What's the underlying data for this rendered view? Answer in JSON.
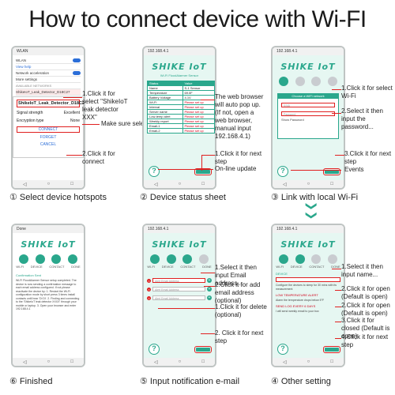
{
  "title": "How to connect device with Wi-FI",
  "accent": "#2aa78c",
  "annotation_color": "#e02020",
  "phones": {
    "p1": {
      "status": "WLAN",
      "rows": [
        "WLAN",
        "View help",
        "Network acceleration",
        "More settings",
        "AVAILABLE NETWORKS",
        "ShikeIoT_Leak_Detector_D18C27",
        "shikeiot"
      ],
      "popup_title": "ShikeIoT_Leak_Detector_D18C27",
      "popup_signal_label": "Signal strength",
      "popup_signal_value": "Excellent",
      "popup_enc_label": "Encryption type",
      "popup_enc_value": "None",
      "btn_connect": "CONNECT",
      "btn_forget": "FORGET",
      "btn_cancel": "CANCEL"
    },
    "p2": {
      "status": "192.168.4.1",
      "logo": "SHIKE IoT",
      "subtitle": "Wi-Fi FloodAlarmer Sensor",
      "table_head": [
        "Status",
        "Value"
      ],
      "table_rows": [
        [
          "Name",
          "S-1 Sensor"
        ],
        [
          "Temperature",
          "69.0F"
        ],
        [
          "Battery Voltage",
          "4.1V"
        ],
        [
          "Wi-Fi",
          "Please set up"
        ],
        [
          "Interval",
          "Please set up"
        ],
        [
          "Server name",
          "Please set up"
        ],
        [
          "Low-temp alert",
          "Please set up"
        ],
        [
          "Weekly report",
          "Please set up"
        ],
        [
          "Email-1",
          "Please set up"
        ],
        [
          "Email-2",
          "Please set up"
        ]
      ]
    },
    "p3": {
      "status": "192.168.4.1",
      "logo": "SHIKE IoT",
      "panel_title": "Choose a WiFi network",
      "ssid_placeholder": "SSID",
      "password_placeholder": "Password",
      "show_label": "Show Password"
    },
    "p4": {
      "status": "Done",
      "logo": "SHIKE IoT",
      "step_labels": [
        "WI-FI",
        "DEVICE",
        "CONTACT",
        "DONE"
      ],
      "heading": "Confirmation Sent",
      "body": "Wi-Fi FloodAlarmer Sensor setup completed. The device is now sending a confirmation message to each email address configured. If not please reactivate the device by: 1. Restart the Wi-Fi configuration mode by short press 3 times install contacts until hear 'Di Di'. 2. Finding and connecting to the 'ShikeIoT leak detector XXXX' through your mobile or laptop. 3. Open your browser and enter 192.168.4.1"
    },
    "p5": {
      "status": "192.168.4.1",
      "logo": "SHIKE IoT",
      "step_labels": [
        "WI-FI",
        "DEVICE",
        "CONTACT",
        "DONE"
      ],
      "email_placeholder": "Alert Email Address"
    },
    "p6": {
      "status": "192.168.4.1",
      "logo": "SHIKE IoT",
      "step_labels": [
        "WI-FI",
        "DEVICE",
        "CONTACT",
        "DONE"
      ],
      "device_label": "DEVICE",
      "interval_text": "Configure the devices to sleep for 30 mins with its measurement",
      "low_temp_label": "LOW TEMPERATURE ALERT",
      "low_temp_text": "Alarm the temperature drops below 5°F",
      "weekly_label": "SEND LOG EVERY 6 DAYS",
      "weekly_text": "I will send weekly email to your box"
    }
  },
  "annotations": {
    "p1_click_select": "1.Click it for select \"ShikeIoT leak detector XXX\"",
    "p1_make_sure": "Make sure select it.",
    "p1_click_connect": "2.Click it for connect",
    "p2_browser": "The web browser will auto pop up. (If not, open a web browser, manual input 192.168.4.1)",
    "p2_next": "1.Click it for next step",
    "p2_online": "On-line update",
    "p3_select": "1.Click it for select Wi-Fi",
    "p3_password": "2.Select it then input the password...",
    "p3_next": "3.Click it for next step",
    "p3_events": "Events",
    "p5_select": "1.Select it then input Email address...",
    "p5_add": "2.Click it for add email address (optional)",
    "p5_delete": "1.Click it for delete (optional)",
    "p5_next": "2. Click it for next step",
    "p6_select": "1.Select it then input name...",
    "p6_open1": "2.Click it for open (Default is open)",
    "p6_open2": "2.Click it for open (Default is open)",
    "p6_closed": "3.Click it for closed (Default is open)",
    "p6_next": "4.Click it for next step"
  },
  "captions": {
    "c1": "① Select device hotspots",
    "c2": "② Device status sheet",
    "c3": "③ Link with local Wi-Fi",
    "c4": "⑥ Finished",
    "c5": "⑤ Input notification e-mail",
    "c6": "④ Other setting"
  },
  "down_arrow": "❯❯"
}
